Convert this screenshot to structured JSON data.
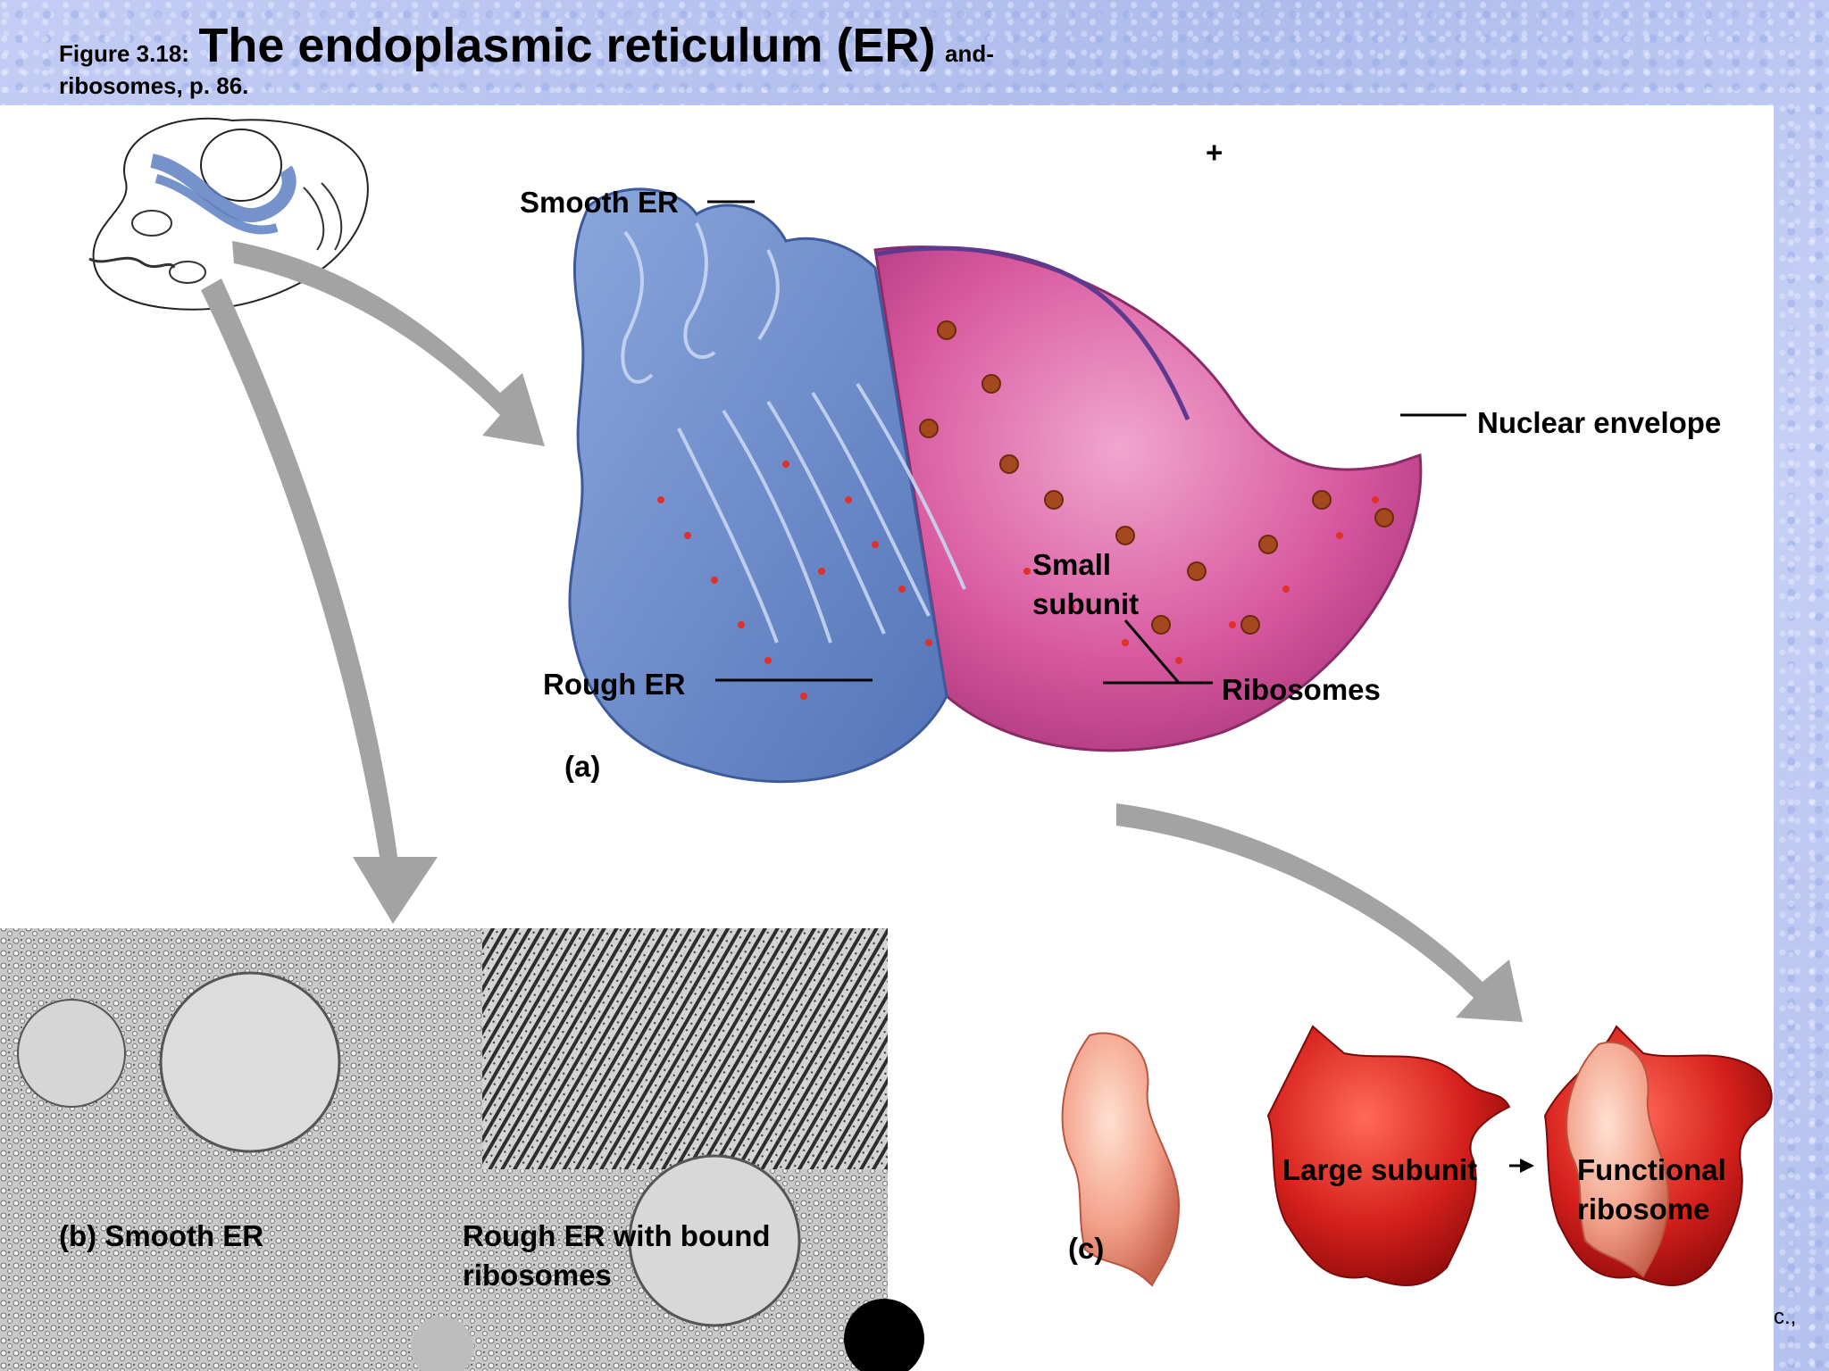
{
  "title": {
    "prefix": "Figure 3.18:",
    "main": "The endoplasmic reticulum (ER)",
    "suffix": "and-",
    "line2": "ribosomes, p. 86."
  },
  "labels": {
    "smooth_er": "Smooth ER",
    "nuclear_envelope": "Nuclear envelope",
    "small_subunit_line1": "Small",
    "small_subunit_line2": "subunit",
    "ribosomes": "Ribosomes",
    "rough_er": "Rough ER",
    "panel_a": "(a)",
    "plus": "+",
    "panel_b_smooth_er": "(b) Smooth ER",
    "rough_er_bound_line1": "Rough ER with bound",
    "rough_er_bound_line2": "ribosomes",
    "panel_c": "(c)",
    "large_subunit": "Large subunit",
    "functional_line1": "Functional",
    "functional_line2": "ribosome",
    "credit": "c.,"
  },
  "colors": {
    "er_blue": "#6d8fcb",
    "nucleus_pink": "#d8589f",
    "ribosome_red": "#e0302a",
    "arrow_gray": "#a3a3a3"
  },
  "icons": {
    "cell": "cell-icon",
    "arrow": "curved-arrow-icon",
    "small_subunit": "small-subunit-blob",
    "large_subunit": "large-subunit-blob",
    "functional_ribosome": "functional-ribosome-blob"
  }
}
